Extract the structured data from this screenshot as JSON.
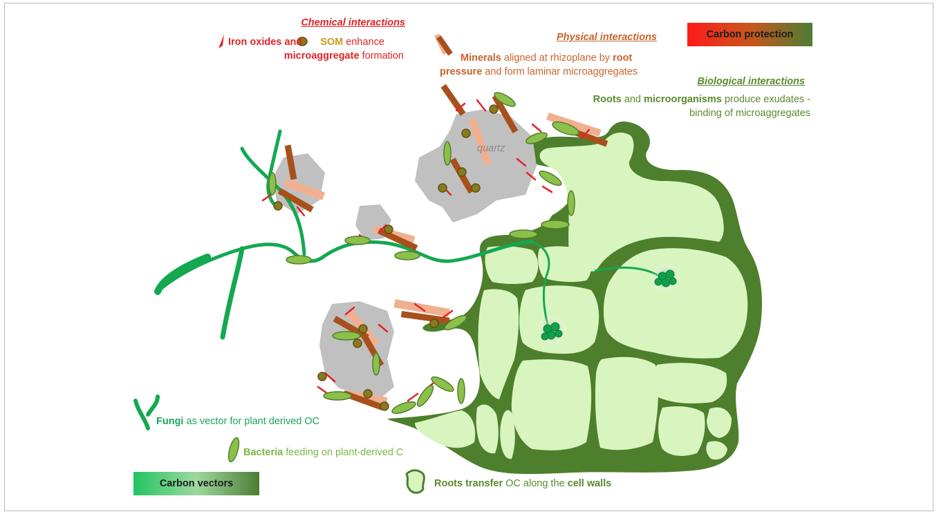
{
  "chemical": {
    "heading": "Chemical interactions",
    "line1_iron": "Iron oxides and",
    "line1_som": "SOM",
    "line1_rest": "enhance",
    "line2_bold": "microaggregate",
    "line2_rest": "formation"
  },
  "physical": {
    "heading": "Physical interactions",
    "line1_bold": "Minerals",
    "line1_rest": "aligned at rhizoplane by",
    "line1_root": "root",
    "line2_bold": "pressure",
    "line2_rest": "and form laminar microaggregates"
  },
  "biological": {
    "heading": "Biological interactions",
    "line1_roots": "Roots",
    "line1_and": "and",
    "line1_micro": "microorganisms",
    "line1_rest": "produce exudates -",
    "line2": "binding of microaggregates"
  },
  "carbon_protection": "Carbon protection",
  "quartz_label": "quartz",
  "legend": {
    "fungi_bold": "Fungi",
    "fungi_rest": "as vector for plant derived OC",
    "bacteria_bold": "Bacteria",
    "bacteria_rest": "feeding on plant-derived C",
    "carbon_vectors": "Carbon vectors",
    "roots_bold": "Roots transfer",
    "roots_mid": "OC along the",
    "roots_end": "cell walls"
  },
  "colors": {
    "iron_red": "#e8202a",
    "som_olive": "#8a7a1e",
    "mineral_brown": "#a8501c",
    "mineral_tan": "#f0b090",
    "quartz_grey": "#c0c0c0",
    "fungi_green": "#14a851",
    "bacteria_green": "#8cc04a",
    "root_wall": "#4e7f2c",
    "root_cell": "#d8f5c0"
  }
}
